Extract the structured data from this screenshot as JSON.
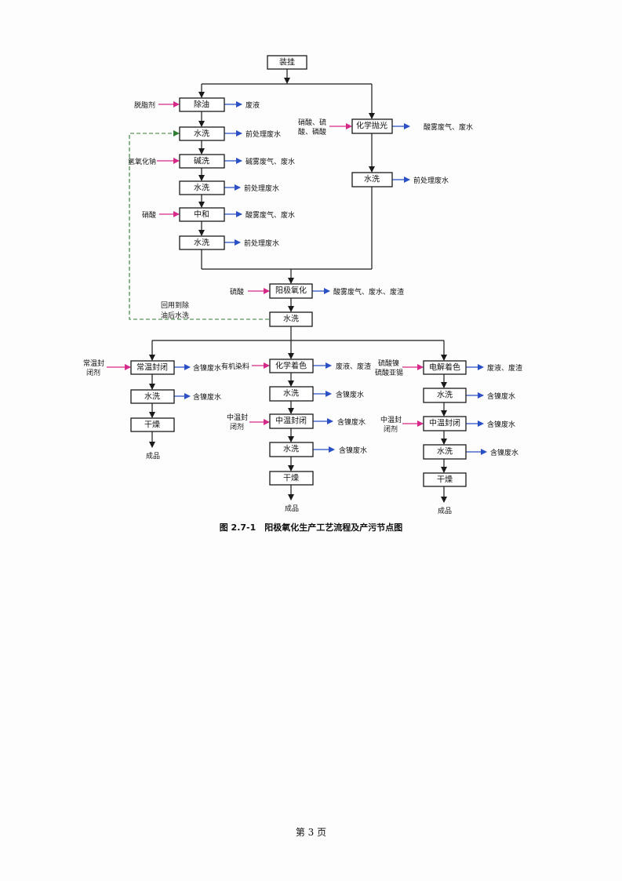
{
  "nodes": {
    "n_hang": "装挂",
    "n_degrease": "除油",
    "n_wash1": "水洗",
    "n_alkali": "碱洗",
    "n_wash2": "水洗",
    "n_neutral": "中和",
    "n_wash3": "水洗",
    "n_chempolish": "化学抛光",
    "n_wash4": "水洗",
    "n_anodize": "阳极氧化",
    "n_wash5": "水洗",
    "n_rt_seal": "常温封闭",
    "n_wash6": "水洗",
    "n_dry1": "干燥",
    "n_chemcolor": "化学着色",
    "n_wash7": "水洗",
    "n_mt_seal1": "中温封闭",
    "n_wash8": "水洗",
    "n_dry2": "干燥",
    "n_electrocolor": "电解着色",
    "n_wash9": "水洗",
    "n_mt_seal2": "中温封闭",
    "n_wash10": "水洗",
    "n_dry3": "干燥"
  },
  "inputs": {
    "degreaser": "脱脂剂",
    "naoh": "氢氧化钠",
    "nitric": "硝酸",
    "polish_acids_1": "硝酸、硫",
    "polish_acids_2": "酸、磷酸",
    "sulfuric": "硫酸",
    "rt_sealer_1": "常温封",
    "rt_sealer_2": "闭剂",
    "organic_dye": "有机染料",
    "nickel_1": "硫酸镍",
    "nickel_2": "硫酸亚锡",
    "mt_sealer_1a": "中温封",
    "mt_sealer_1b": "闭剂",
    "mt_sealer_2a": "中温封",
    "mt_sealer_2b": "闭剂"
  },
  "outputs": {
    "waste_liquid": "废液",
    "pretreat_1": "前处理废水",
    "alkali_mist": "碱雾废气、废水",
    "pretreat_2": "前处理废水",
    "acid_mist_1": "酸雾废气、废水",
    "pretreat_3": "前处理废水",
    "acid_mist_2": "酸雾废气、废水",
    "pretreat_4": "前处理废水",
    "anodize_out": "酸雾废气、废水、废渣",
    "ni_rt_seal": "含镍废水",
    "ni_wash6": "含镍废水",
    "chemcolor_out": "废液、废渣",
    "ni_wash7": "含镍废水",
    "ni_mt_seal1": "含镍废水",
    "ni_wash8": "含镍废水",
    "electro_out": "废液、废渣",
    "ni_wash9": "含镍废水",
    "ni_mt_seal2": "含镍废水",
    "ni_wash10": "含镍废水"
  },
  "recycle_label_1": "回用到除",
  "recycle_label_2": "油后水洗",
  "product_1": "成品",
  "product_2": "成品",
  "product_3": "成品",
  "caption": "图 2.7-1　阳极氧化生产工艺流程及产污节点图",
  "page_number": "第 3 页",
  "colors": {
    "input_arrow": "#d62a8a",
    "output_arrow": "#2b4fc4",
    "recycle_line": "#2e7d32"
  }
}
